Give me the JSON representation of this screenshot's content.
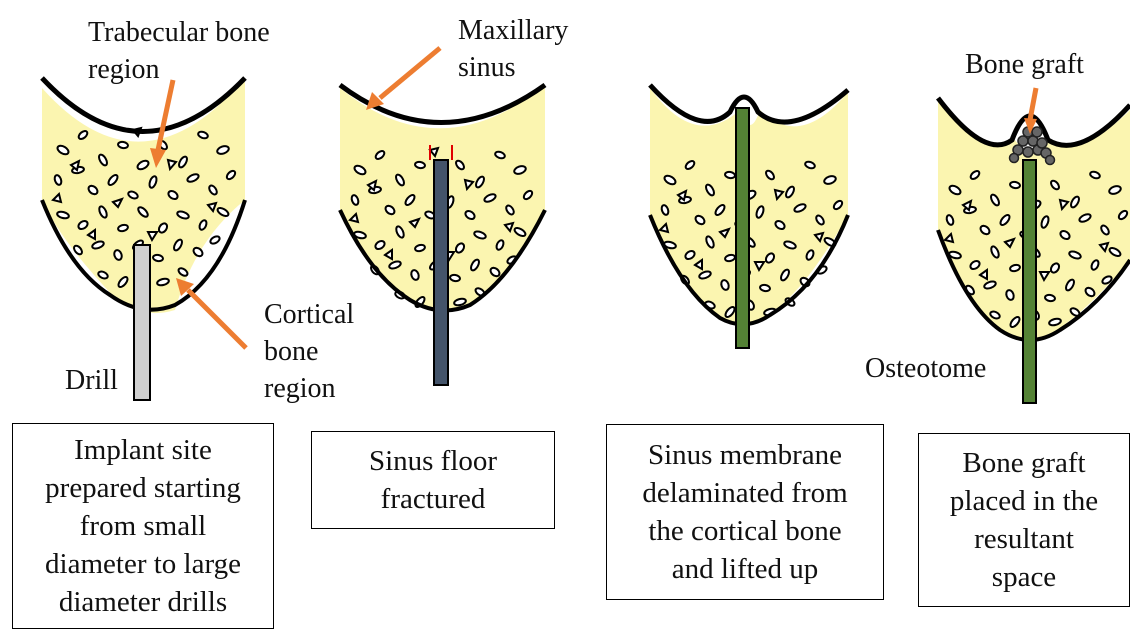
{
  "labels": {
    "trabecular": "Trabecular bone\nregion",
    "maxillary": "Maxillary\nsinus",
    "bone_graft": "Bone graft",
    "cortical": "Cortical\nbone\nregion",
    "drill": "Drill",
    "osteotome": "Osteotome"
  },
  "steps": [
    {
      "caption": "Implant site\nprepared starting\nfrom small\ndiameter to large\ndiameter drills"
    },
    {
      "caption": "Sinus floor\nfractured"
    },
    {
      "caption": "Sinus membrane\ndelaminated from\nthe cortical bone\nand lifted up"
    },
    {
      "caption": "Bone graft\nplaced in the\nresultant\nspace"
    }
  ],
  "colors": {
    "bone": "#fbf5b0",
    "arrow": "#ed7d31",
    "drill": "#d0d0d0",
    "fractured_tool": "#44546a",
    "osteotome": "#548235",
    "fracture_mark": "#e00000"
  }
}
